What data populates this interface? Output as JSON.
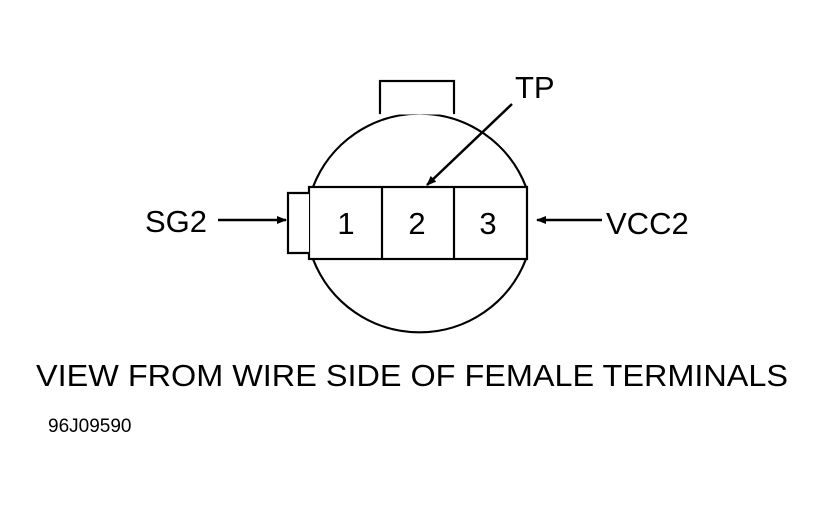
{
  "connector": {
    "pins": [
      {
        "label": "1"
      },
      {
        "label": "2"
      },
      {
        "label": "3"
      }
    ]
  },
  "callouts": {
    "left": "SG2",
    "right": "VCC2",
    "top": "TP"
  },
  "caption": "VIEW FROM WIRE SIDE OF FEMALE TERMINALS",
  "figure_code": "96J09590",
  "colors": {
    "line": "#000000",
    "background": "#ffffff"
  }
}
